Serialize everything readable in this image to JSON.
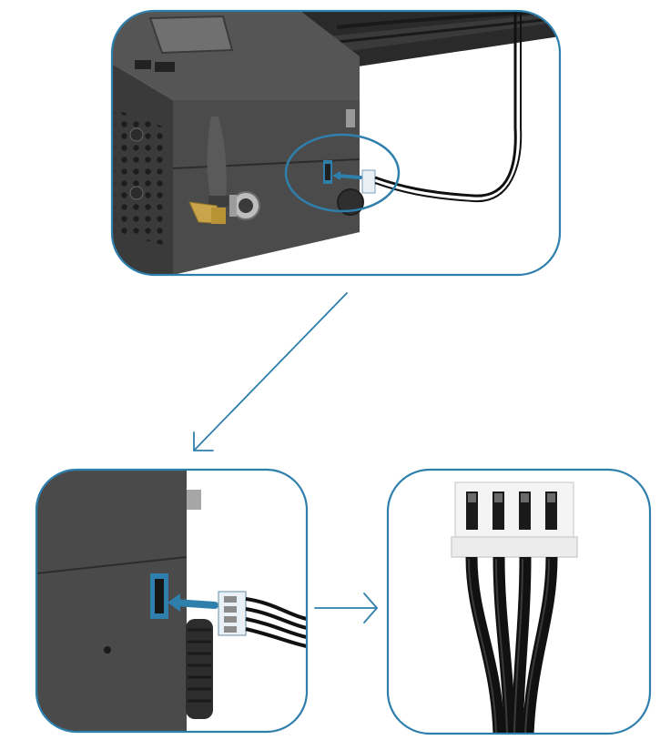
{
  "figure": {
    "panels": [
      {
        "name": "overview",
        "subject": "laser-module-with-antenna-and-fan-cable"
      },
      {
        "name": "port-detail",
        "subject": "4-pin-port-and-connector"
      },
      {
        "name": "connector-closeup",
        "subject": "4-pin-connector-with-black-wires"
      }
    ],
    "colors": {
      "accent": "#2f7fad",
      "module_body": "#4a4a4a",
      "module_side": "#3c3c3c",
      "connector": "#e9f1f7",
      "wire": "#111111",
      "antenna_brass": "#c9a44a"
    }
  }
}
